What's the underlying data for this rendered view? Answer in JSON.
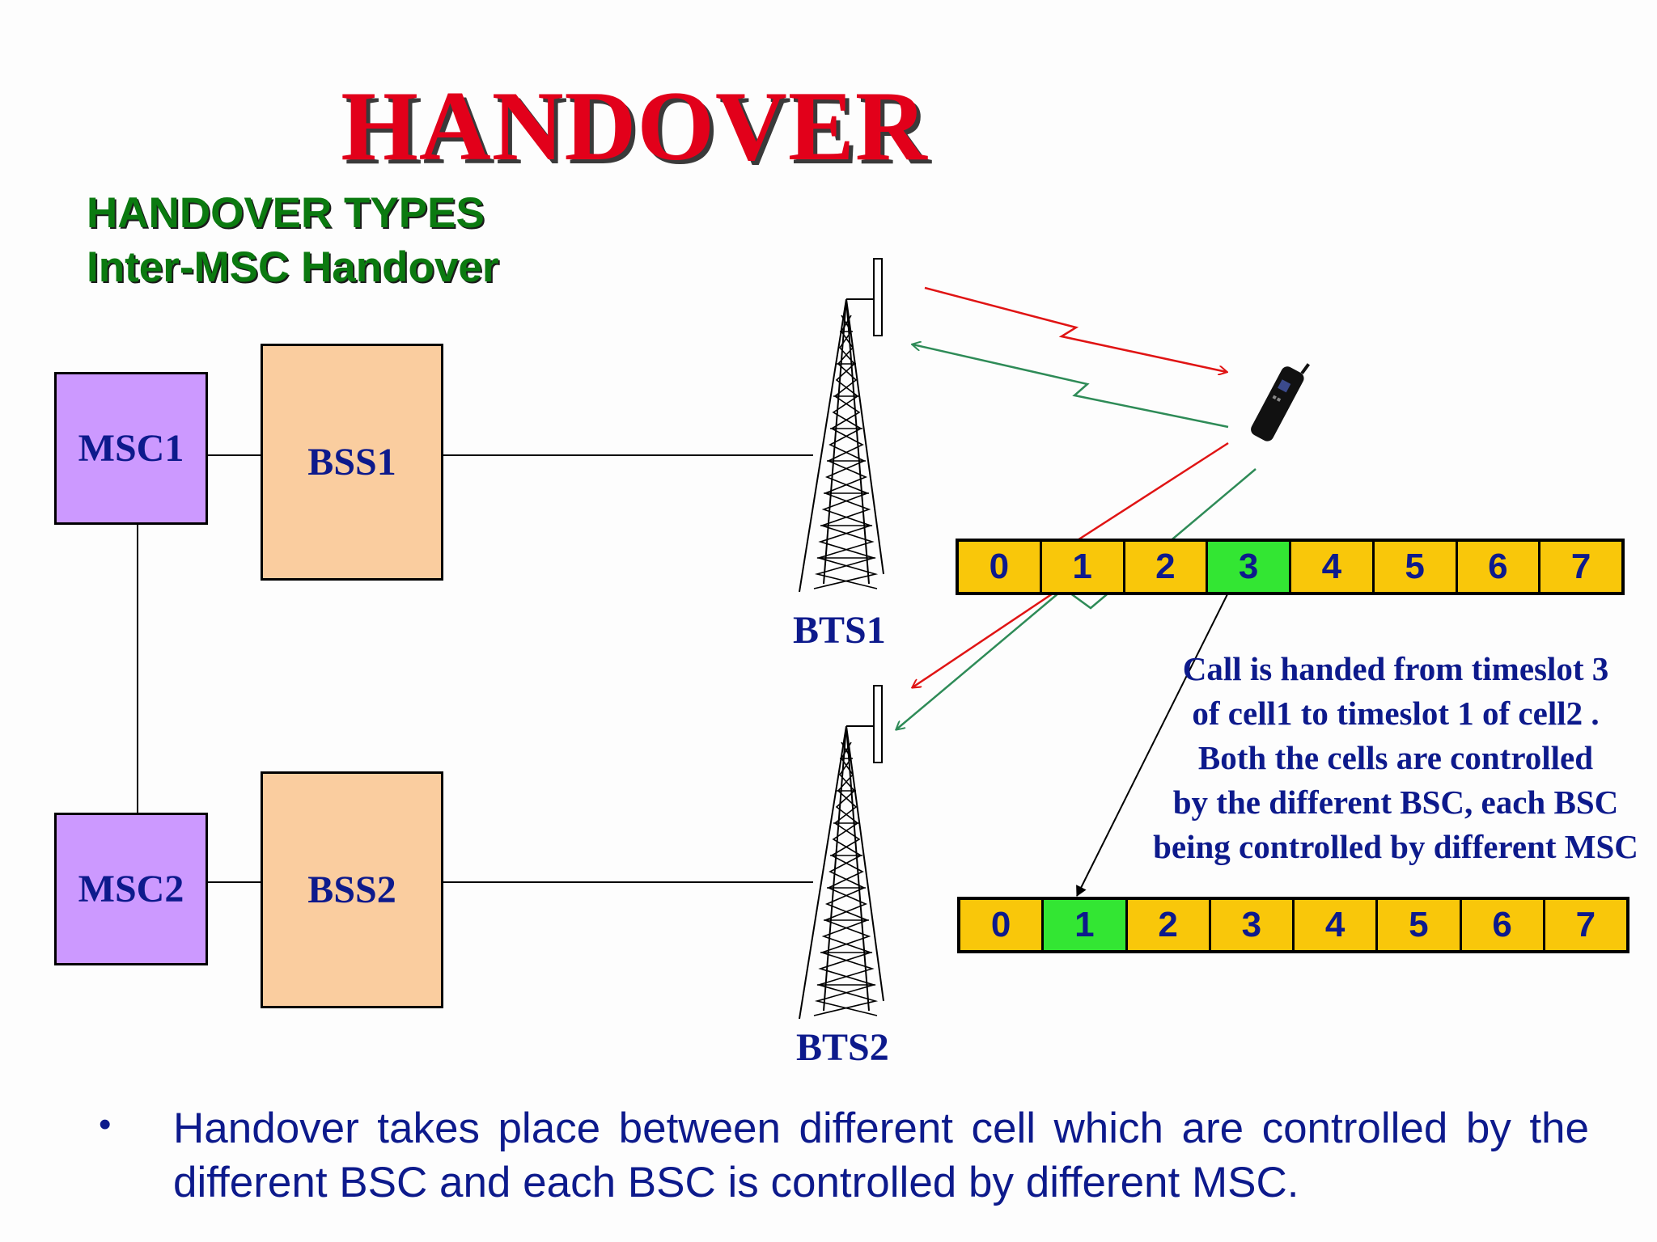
{
  "title": "HANDOVER",
  "subtitle": {
    "line1": "HANDOVER TYPES",
    "line2": "Inter-MSC Handover"
  },
  "nodes": {
    "msc1": "MSC1",
    "msc2": "MSC2",
    "bss1": "BSS1",
    "bss2": "BSS2",
    "bts1": "BTS1",
    "bts2": "BTS2"
  },
  "timeslots_cell1": {
    "slots": [
      "0",
      "1",
      "2",
      "3",
      "4",
      "5",
      "6",
      "7"
    ],
    "active_slot": "3"
  },
  "timeslots_cell2": {
    "slots": [
      "0",
      "1",
      "2",
      "3",
      "4",
      "5",
      "6",
      "7"
    ],
    "active_slot": "1"
  },
  "note": {
    "line1": "Call is handed from timeslot 3",
    "line2": "of cell1 to timeslot 1 of cell2 .",
    "line3": "Both the cells are controlled",
    "line4": "by the different BSC, each BSC",
    "line5": "being controlled by different MSC"
  },
  "bullet": "Handover takes place between different cell which are controlled by the different BSC and each BSC is controlled by different MSC.",
  "colors": {
    "title": "#e2001a",
    "subtitle": "#0b7a10",
    "text": "#0d1a8c",
    "msc_fill": "#cc99ff",
    "bss_fill": "#facd9f",
    "slot_fill": "#f9c70a",
    "slot_active": "#33e633",
    "uplink": "#e01414",
    "downlink": "#2e8b57"
  },
  "icons": [
    "tower-icon",
    "mobile-phone-icon",
    "bullet-icon"
  ]
}
